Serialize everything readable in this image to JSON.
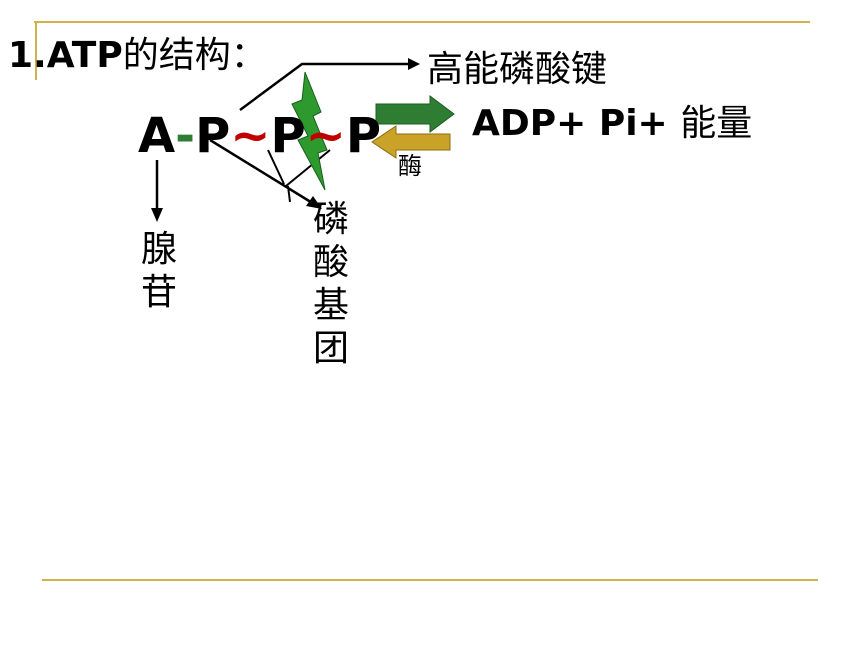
{
  "title": {
    "prefix": "1.ATP",
    "suffix": "的结构："
  },
  "formula": {
    "a": "A",
    "dash": "-",
    "p1": "P",
    "tilde1": "~",
    "p2": "P",
    "tilde2": "~",
    "p3": "P"
  },
  "bond_label": "高能磷酸键",
  "product": {
    "text": "ADP+ Pi+ ",
    "energy": "能量"
  },
  "enzyme": "酶",
  "adenosine": [
    "腺",
    "苷"
  ],
  "phosphate_group": [
    "磷",
    "酸",
    "基",
    "团"
  ],
  "colors": {
    "rule_lines": "#d4b14a",
    "forward_arrow": "#2e7d32",
    "reverse_arrow": "#c9a227",
    "tilde": "#c00000",
    "dash": "#2e7d32",
    "lightning": "#2e9a2e"
  }
}
